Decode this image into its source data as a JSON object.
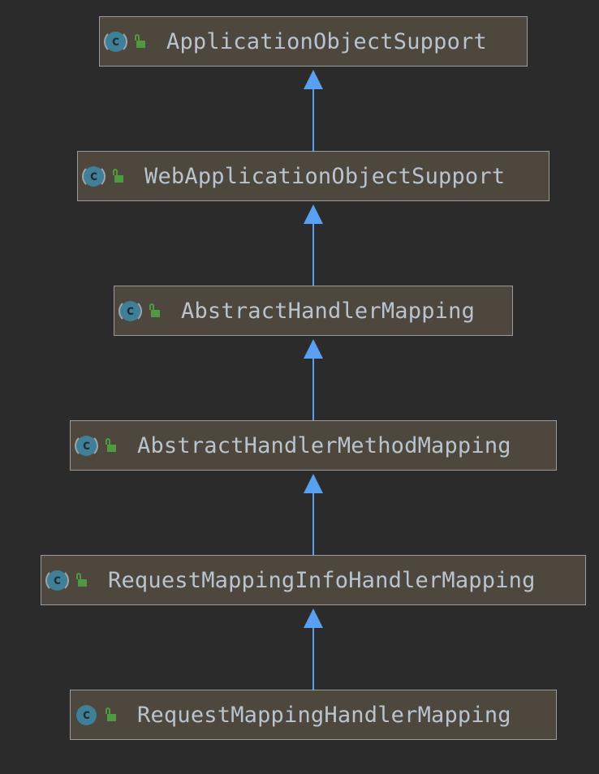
{
  "diagram": {
    "nodes": [
      {
        "label": "ApplicationObjectSupport",
        "abstract": true
      },
      {
        "label": "WebApplicationObjectSupport",
        "abstract": true
      },
      {
        "label": "AbstractHandlerMapping",
        "abstract": true
      },
      {
        "label": "AbstractHandlerMethodMapping",
        "abstract": true
      },
      {
        "label": "RequestMappingInfoHandlerMapping",
        "abstract": true
      },
      {
        "label": "RequestMappingHandlerMapping",
        "abstract": false
      }
    ],
    "edges": [
      {
        "from": "WebApplicationObjectSupport",
        "to": "ApplicationObjectSupport"
      },
      {
        "from": "AbstractHandlerMapping",
        "to": "WebApplicationObjectSupport"
      },
      {
        "from": "AbstractHandlerMethodMapping",
        "to": "AbstractHandlerMapping"
      },
      {
        "from": "RequestMappingInfoHandlerMapping",
        "to": "AbstractHandlerMethodMapping"
      },
      {
        "from": "RequestMappingHandlerMapping",
        "to": "RequestMappingInfoHandlerMapping"
      }
    ],
    "colors": {
      "background": "#2b2b2b",
      "node_fill": "#4d473d",
      "node_border": "#9b9b9b",
      "text": "#b9c4cf",
      "class_icon": "#3f7f97",
      "lock_icon": "#4f9a40",
      "arrow": "#5a9ff0"
    },
    "icons": {
      "class": "class-c-icon",
      "visibility": "unlocked-public-icon"
    }
  }
}
